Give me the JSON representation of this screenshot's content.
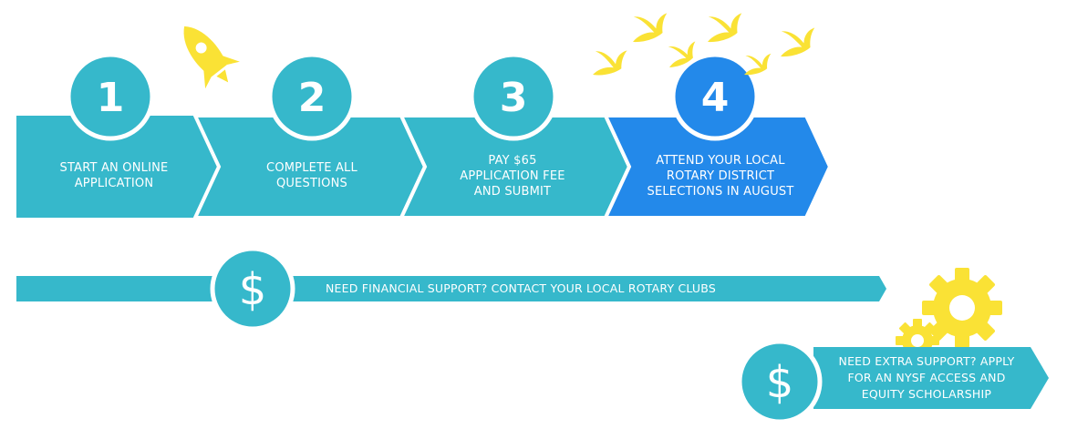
{
  "colors": {
    "teal": "#36b8cb",
    "blue": "#2389ea",
    "yellow": "#fae235",
    "white": "#ffffff"
  },
  "steps": [
    {
      "number": "1",
      "lines": [
        "START AN ONLINE",
        "APPLICATION"
      ]
    },
    {
      "number": "2",
      "lines": [
        "COMPLETE ALL",
        "QUESTIONS"
      ]
    },
    {
      "number": "3",
      "lines": [
        "PAY $65",
        "APPLICATION FEE",
        "AND SUBMIT"
      ]
    },
    {
      "number": "4",
      "lines": [
        "ATTEND YOUR LOCAL",
        "ROTARY DISTRICT",
        "SELECTIONS IN AUGUST"
      ]
    }
  ],
  "financial": {
    "symbol": "$",
    "text": "NEED FINANCIAL SUPPORT? CONTACT YOUR LOCAL ROTARY CLUBS"
  },
  "extra": {
    "symbol": "$",
    "lines": [
      "NEED EXTRA SUPPORT? APPLY",
      "FOR AN NYSF ACCESS AND",
      "EQUITY SCHOLARSHIP"
    ]
  },
  "icons": [
    "rocket-icon",
    "bird-icon",
    "gear-icon",
    "dollar-icon"
  ]
}
